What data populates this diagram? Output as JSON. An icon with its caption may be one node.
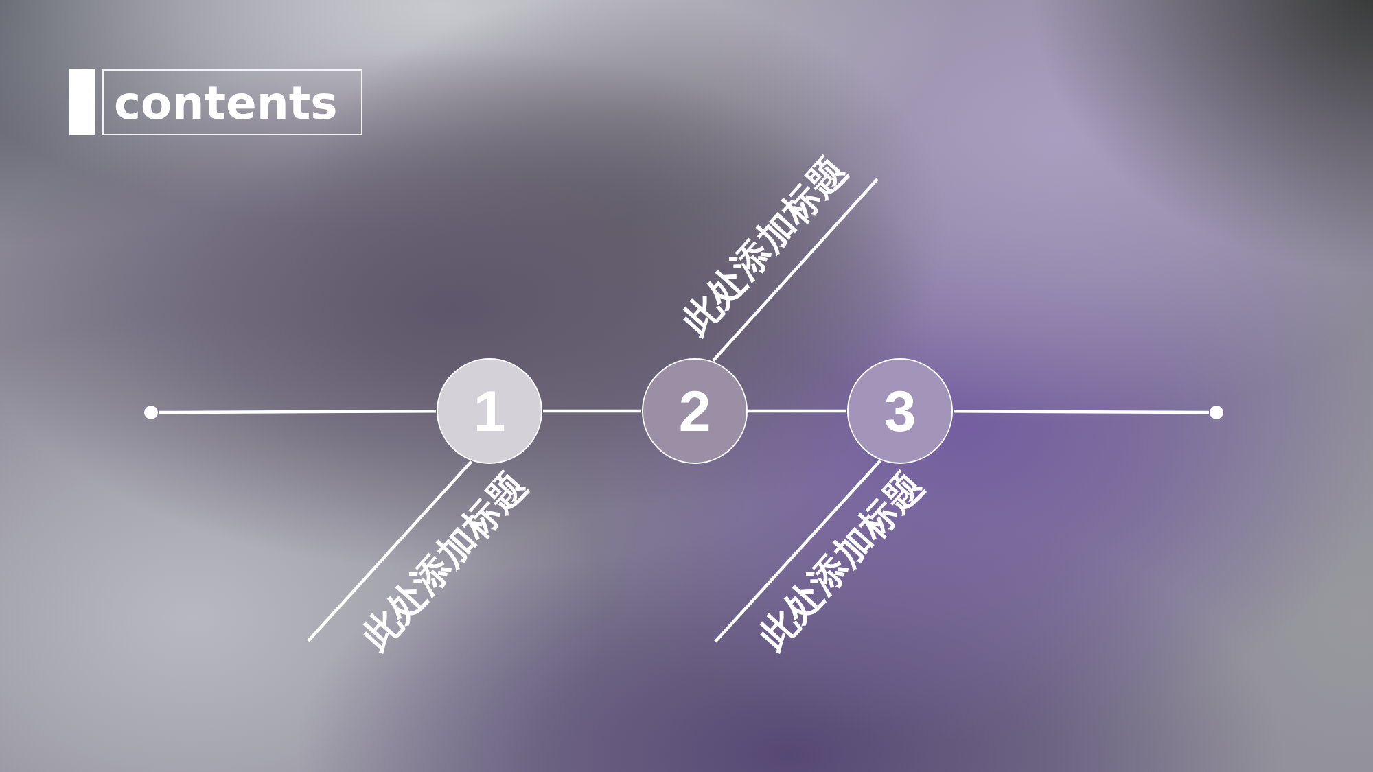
{
  "diagram": {
    "title": "contents",
    "nodes": [
      {
        "text": [],
        "shape": "circle"
      },
      {
        "text": [
          "1"
        ],
        "beside": [
          "此处添加标题"
        ]
      },
      {
        "text": [
          "2"
        ],
        "beside": [
          "此处添加标题"
        ]
      },
      {
        "text": [
          "3"
        ],
        "beside": [
          "此处添加标题"
        ]
      },
      {
        "text": [],
        "shape": "circle"
      }
    ],
    "edges": [
      {
        "from": 0,
        "to": 1,
        "arrow": "none"
      },
      {
        "from": 1,
        "to": 2,
        "arrow": "none"
      },
      {
        "from": 2,
        "to": 3,
        "arrow": "none"
      },
      {
        "from": 3,
        "to": 4,
        "arrow": "none"
      },
      {
        "from": 1,
        "to": null,
        "arrow": "none"
      },
      {
        "from": 2,
        "to": null,
        "arrow": "none"
      },
      {
        "from": 3,
        "to": null,
        "arrow": "none"
      }
    ]
  }
}
